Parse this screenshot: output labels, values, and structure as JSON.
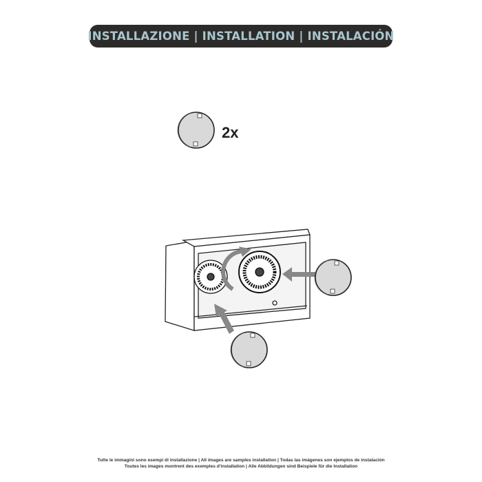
{
  "header": {
    "title": "INSTALLAZIONE | INSTALLATION | INSTALACIÓN"
  },
  "parts": {
    "quantity": "2x",
    "item_icon": "carbon-filter-disc"
  },
  "colors": {
    "header_bg": "#2d2b2a",
    "header_text": "#a8c6cf",
    "filter_fill": "#d9d9d9"
  },
  "footer": {
    "line1": "Tutte le immagini sono esempi di installazione | All images are samples installation | Todas las imágenes son ejemplos de instalación",
    "line2": "Toutes les images montrent des exemples d'installation | Alle Abbildungen sind Beispiele für die Installation"
  }
}
